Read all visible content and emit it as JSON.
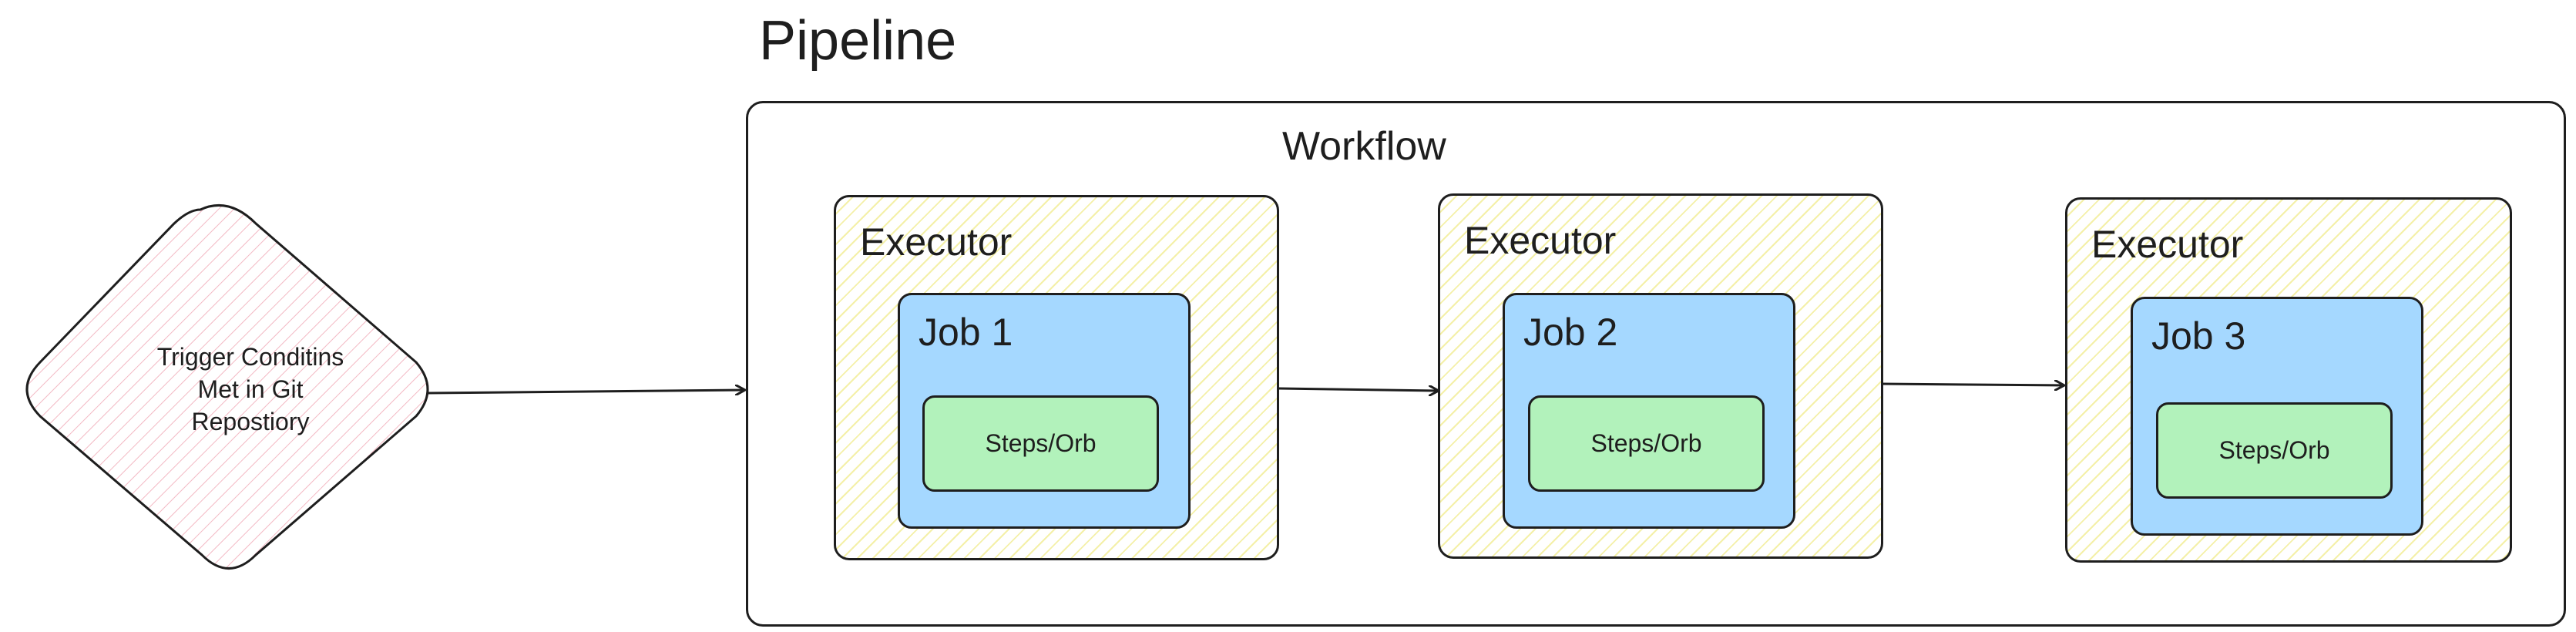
{
  "pipeline": {
    "title": "Pipeline"
  },
  "trigger": {
    "label": "Trigger Conditins\nMet in Git\nRepostiory"
  },
  "workflow": {
    "label": "Workflow"
  },
  "stages": [
    {
      "executor_label": "Executor",
      "job_label": "Job 1",
      "steps_label": "Steps/Orb"
    },
    {
      "executor_label": "Executor",
      "job_label": "Job 2",
      "steps_label": "Steps/Orb"
    },
    {
      "executor_label": "Executor",
      "job_label": "Job 3",
      "steps_label": "Steps/Orb"
    }
  ],
  "colors": {
    "executor_hatch": "#f4f0a8",
    "job_fill": "#a5d8ff",
    "steps_fill": "#b2f2bb",
    "trigger_hatch": "#f3b8c3",
    "stroke": "#1e1e1e"
  }
}
